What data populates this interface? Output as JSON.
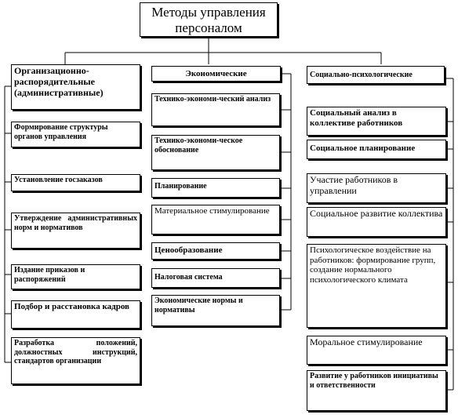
{
  "title": {
    "line1": "Методы управления",
    "line2": "персоналом"
  },
  "columns": {
    "left": {
      "header": "Организационно-распорядительные (административные)",
      "items": [
        "Формирование структуры органов управления",
        "Установление госзаказов",
        "Утверждение административных норм и нормативов",
        "Издание приказов и распоряжений",
        "Подбор и расстановка кадров",
        "Разработка положений, должностных инструкций, стандартов организации"
      ]
    },
    "middle": {
      "header": "Экономические",
      "items": [
        "Технико-экономи-ческий анализ",
        "Технико-экономи-ческое обоснование",
        "Планирование",
        "Материальное стимулирование",
        "Ценообразование",
        "Налоговая система",
        "Экономические нормы и нормативы"
      ]
    },
    "right": {
      "header": "Социально-психологические",
      "items": [
        "Социальный анализ в коллективе работников",
        "Социальное планирование",
        "Участие работников в управлении",
        "Социальное развитие коллектива",
        "Психологическое воздействие на работников: формирование групп, создание нормального психологического климата",
        "Моральное стимулирование",
        "Развитие у работников инициативы и ответственности"
      ]
    }
  }
}
